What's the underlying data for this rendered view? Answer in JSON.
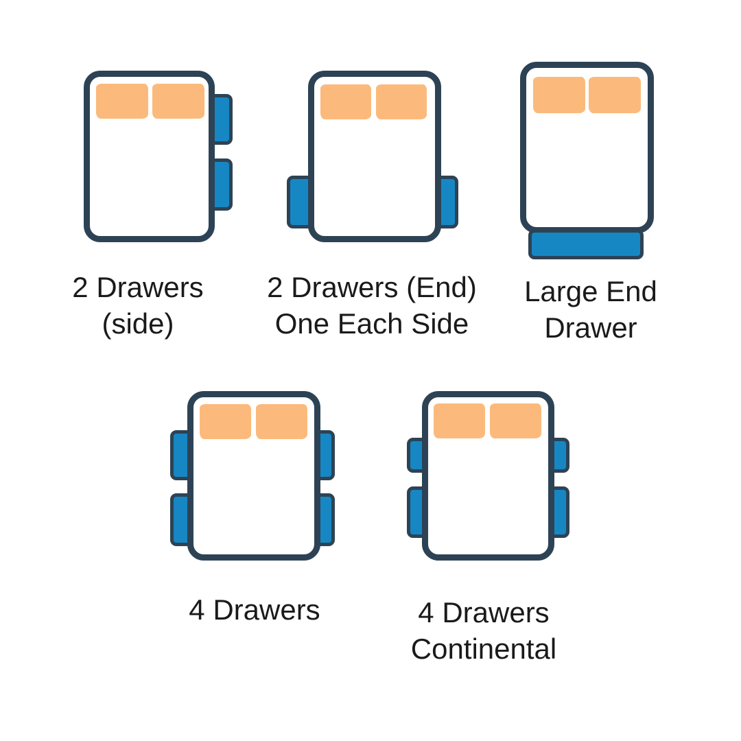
{
  "diagram": {
    "figures": [
      {
        "name": "2-drawers-side",
        "label": {
          "line1": "2 Drawers",
          "line2": "(side)"
        }
      },
      {
        "name": "2-drawers-end-one-each-side",
        "label": {
          "line1": "2 Drawers (End)",
          "line2": "One Each Side"
        }
      },
      {
        "name": "large-end-drawer",
        "label": {
          "line1": "Large End",
          "line2": "Drawer"
        }
      },
      {
        "name": "4-drawers",
        "label": {
          "line1": "4 Drawers",
          "line2": ""
        }
      },
      {
        "name": "4-drawers-continental",
        "label": {
          "line1": "4 Drawers",
          "line2": "Continental"
        }
      }
    ],
    "colors": {
      "outline": "#2d4355",
      "drawer_fill": "#1787c4",
      "pillow_fill": "#fbba7b",
      "label_text": "#1a1a1a",
      "background": "#ffffff"
    }
  }
}
